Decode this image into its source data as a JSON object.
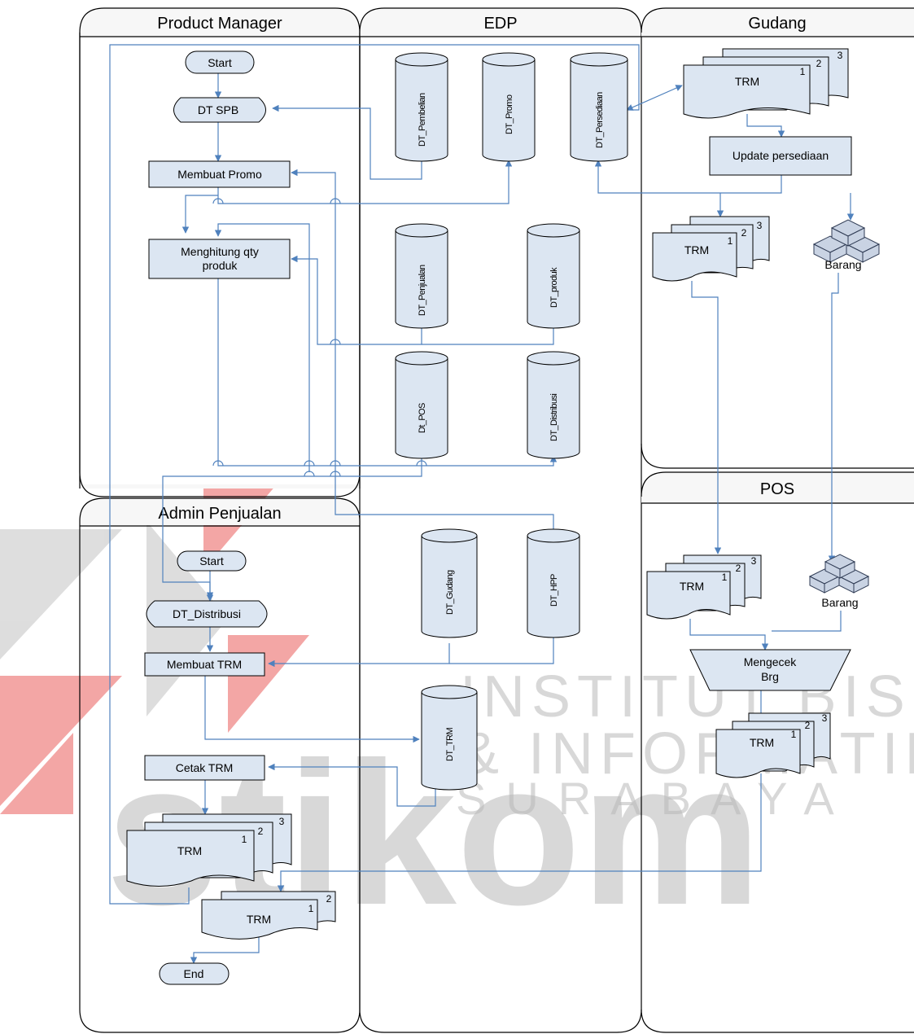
{
  "lanes": {
    "product_manager": "Product Manager",
    "edp": "EDP",
    "gudang": "Gudang",
    "admin_penjualan": "Admin Penjualan",
    "pos": "POS"
  },
  "product_manager": {
    "start": "Start",
    "dt_spb": "DT SPB",
    "membuat_promo": "Membuat Promo",
    "menghitung_line1": "Menghitung qty",
    "menghitung_line2": "produk"
  },
  "databases": {
    "pembelian": "DT_Pembelian",
    "promo": "DT_Promo",
    "persediaan": "DT_Persediaan",
    "penjualan": "DT_Penjualan",
    "produk": "DT_produk",
    "pos": "Dt_POS",
    "distribusi": "DT_Distribusi",
    "gudang": "DT_Gudang",
    "hpp": "DT_HPP",
    "trm": "DT_TRM"
  },
  "gudang": {
    "trm_doc": "TRM",
    "update_persediaan": "Update persediaan",
    "trm_doc2": "TRM",
    "barang": "Barang"
  },
  "admin_penjualan": {
    "start": "Start",
    "dt_distribusi": "DT_Distribusi",
    "membuat_trm": "Membuat TRM",
    "cetak_trm": "Cetak TRM",
    "trm_doc": "TRM",
    "trm_doc2": "TRM",
    "end": "End"
  },
  "pos": {
    "trm_doc": "TRM",
    "barang": "Barang",
    "mengecek_line1": "Mengecek",
    "mengecek_line2": "Brg",
    "trm_doc2": "TRM"
  },
  "doc_numbers": {
    "one": "1",
    "two": "2",
    "three": "3"
  },
  "watermark": {
    "line1": "INSTITUT BISNIS",
    "line2": "& INFORMATIKA",
    "brand": "stikom",
    "city": "SURABAYA"
  },
  "colors": {
    "shape_fill": "#dce6f2",
    "connector": "#4f81bd",
    "lane_header": "#f2f2f2",
    "watermark_red": "#e8504e"
  }
}
